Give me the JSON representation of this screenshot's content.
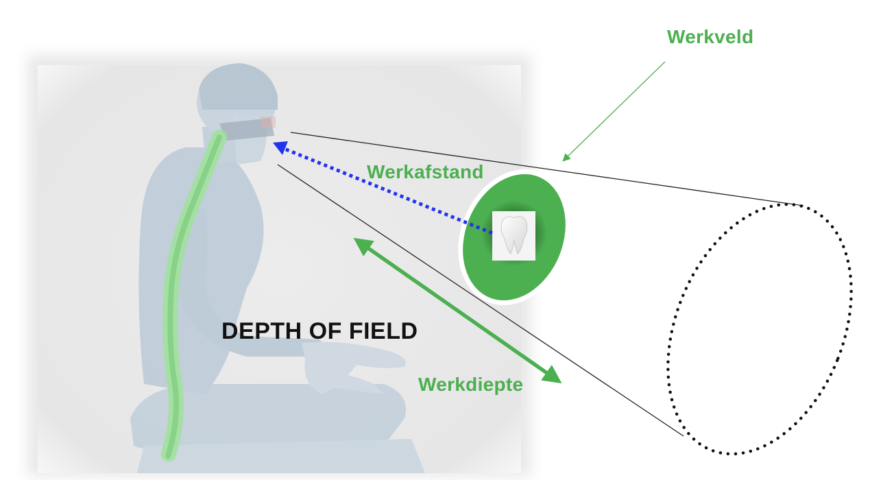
{
  "labels": {
    "werkveld": "Werkveld",
    "werkafstand": "Werkafstand",
    "werkdiepte": "Werkdiepte",
    "depth_of_field": "DEPTH OF FIELD"
  },
  "colors": {
    "label_green": "#4caf50",
    "ellipse_green": "#4caf50",
    "arrow_green": "#4caf50",
    "dashed_blue": "#2233ee",
    "dots": "#111111",
    "cone_line": "#222222",
    "background_panel": "#eaeaea",
    "figure_body": "#b8c8d8",
    "spine": "#8ee08a"
  },
  "icons": {
    "tooth": "tooth-icon",
    "person": "seated-person-illustration",
    "spine": "spine-illustration"
  }
}
